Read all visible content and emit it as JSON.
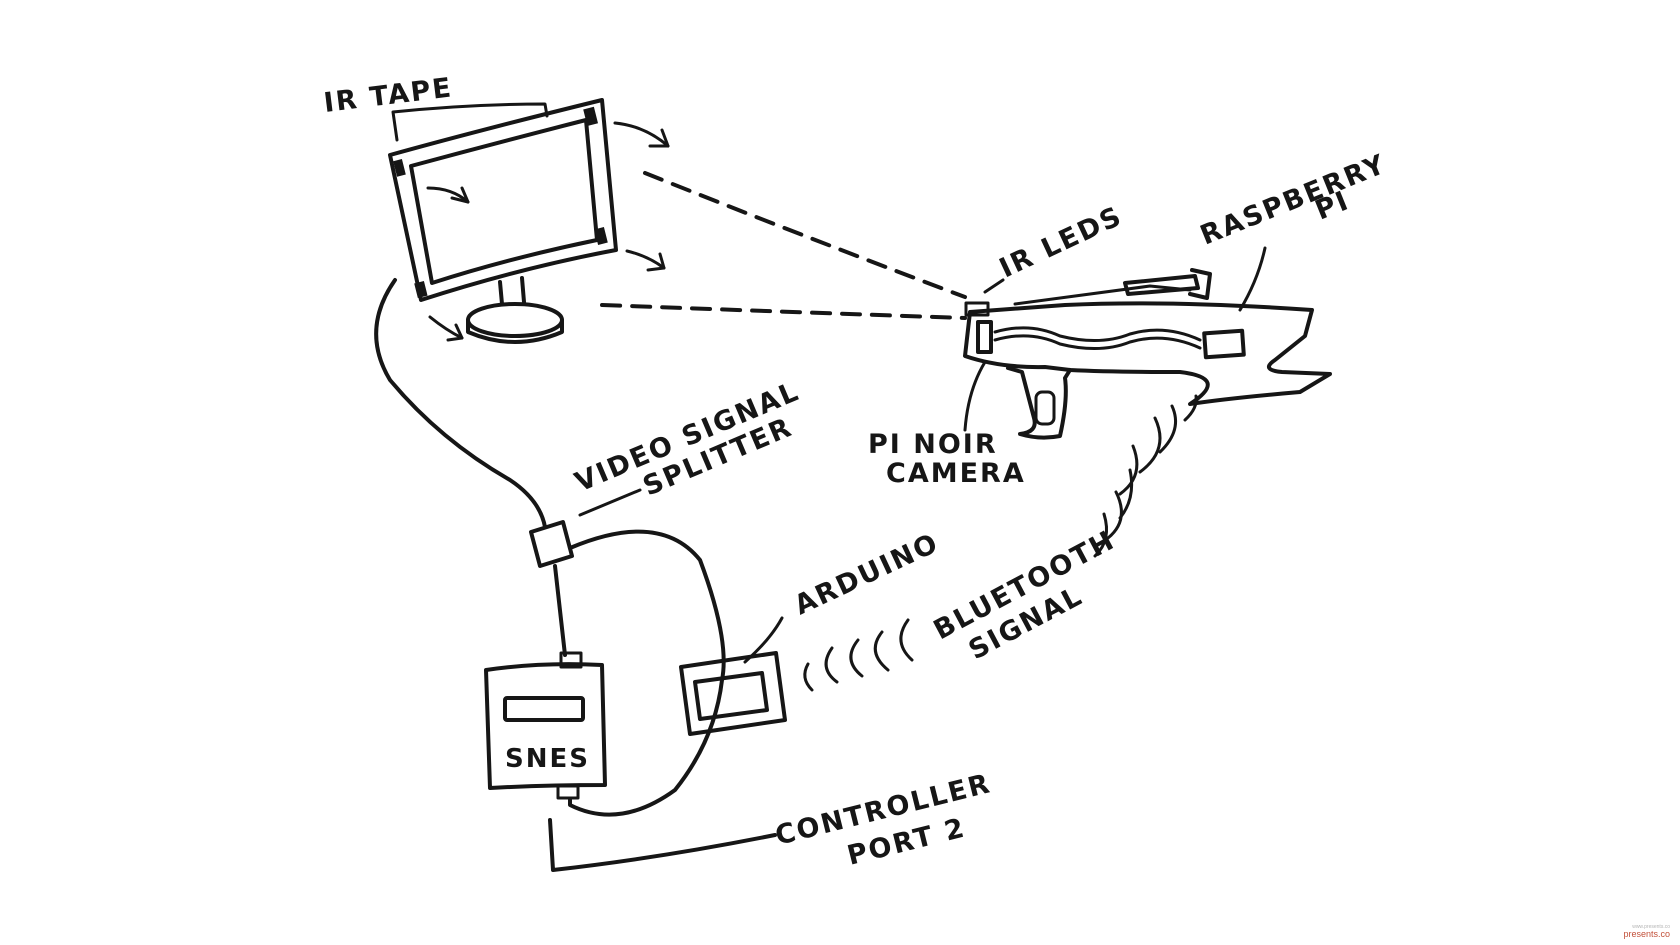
{
  "labels": {
    "ir_tape": "IR TAPE",
    "ir_leds": "IR LEDS",
    "raspberry_line1": "RASPBERRY",
    "raspberry_line2": "PI",
    "pi_noir_line1": "PI NOIR",
    "pi_noir_line2": "CAMERA",
    "video_line1": "VIDEO SIGNAL",
    "video_line2": "SPLITTER",
    "arduino": "ARDUINO",
    "bluetooth_line1": "BLUETOOTH",
    "bluetooth_line2": "SIGNAL",
    "snes": "SNES",
    "controller_line1": "CONTROLLER",
    "controller_line2": "PORT 2"
  },
  "watermark": {
    "small": "www.presents.co",
    "brand": "presents.co"
  },
  "icons": {
    "monitor": "monitor-icon",
    "gun": "light-gun-icon",
    "splitter": "splitter-box-icon",
    "snes": "snes-console-icon",
    "arduino": "arduino-board-icon"
  },
  "colors": {
    "ink": "#161616",
    "background": "#ffffff",
    "watermark": "#c2513a"
  }
}
